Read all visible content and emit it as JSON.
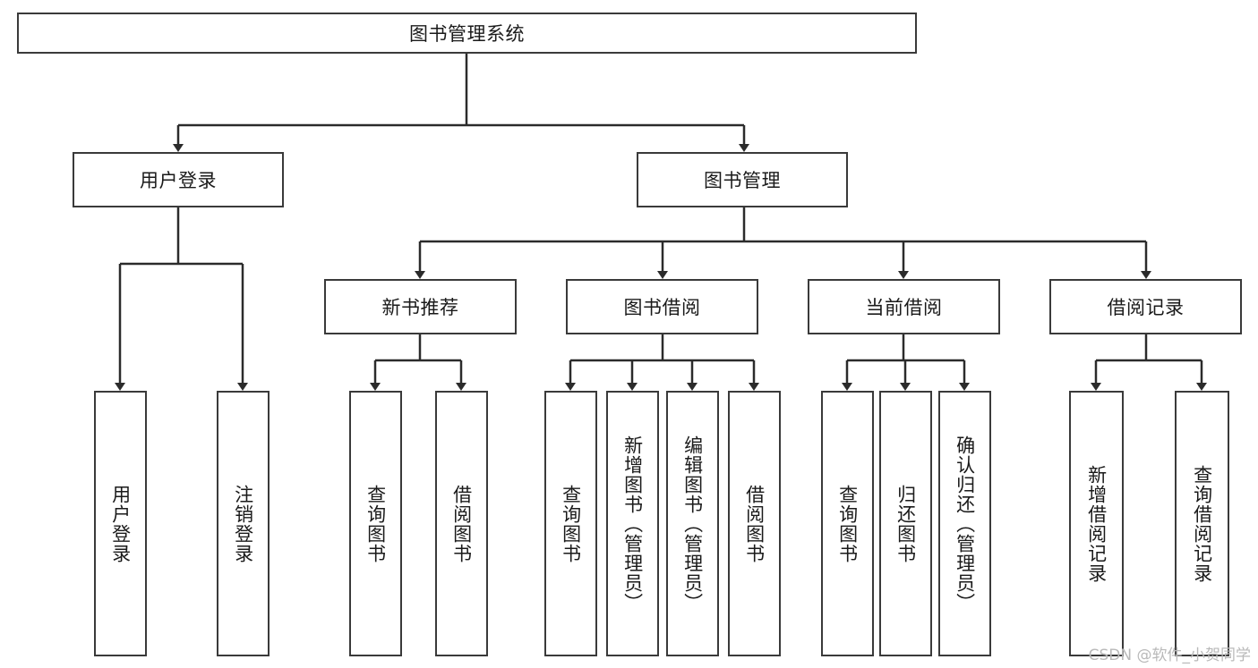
{
  "diagram": {
    "type": "tree-hierarchy-diagram",
    "title": "图书管理系统",
    "colors": {
      "box_border": "#3a3a3a",
      "box_fill": "#ffffff",
      "connector": "#2b2b2b",
      "text": "#1a1a1a",
      "watermark": "#b9b9b9",
      "background": "#ffffff"
    },
    "root": {
      "label": "图书管理系统",
      "orientation": "horizontal"
    },
    "level2": [
      {
        "label": "用户登录",
        "orientation": "horizontal"
      },
      {
        "label": "图书管理",
        "orientation": "horizontal"
      }
    ],
    "level3": [
      {
        "label": "新书推荐",
        "orientation": "horizontal",
        "parent": "图书管理"
      },
      {
        "label": "图书借阅",
        "orientation": "horizontal",
        "parent": "图书管理"
      },
      {
        "label": "当前借阅",
        "orientation": "horizontal",
        "parent": "图书管理"
      },
      {
        "label": "借阅记录",
        "orientation": "horizontal",
        "parent": "图书管理"
      }
    ],
    "leaves": [
      {
        "label": "用户登录",
        "orientation": "vertical",
        "parent": "用户登录"
      },
      {
        "label": "注销登录",
        "orientation": "vertical",
        "parent": "用户登录"
      },
      {
        "label": "查询图书",
        "orientation": "vertical",
        "parent": "新书推荐"
      },
      {
        "label": "借阅图书",
        "orientation": "vertical",
        "parent": "新书推荐"
      },
      {
        "label": "查询图书",
        "orientation": "vertical",
        "parent": "图书借阅"
      },
      {
        "label": "新增图书（管理员）",
        "orientation": "vertical",
        "parent": "图书借阅"
      },
      {
        "label": "编辑图书（管理员）",
        "orientation": "vertical",
        "parent": "图书借阅"
      },
      {
        "label": "借阅图书",
        "orientation": "vertical",
        "parent": "图书借阅"
      },
      {
        "label": "查询图书",
        "orientation": "vertical",
        "parent": "当前借阅"
      },
      {
        "label": "归还图书",
        "orientation": "vertical",
        "parent": "当前借阅"
      },
      {
        "label": "确认归还（管理员）",
        "orientation": "vertical",
        "parent": "当前借阅"
      },
      {
        "label": "新增借阅记录",
        "orientation": "vertical",
        "parent": "借阅记录"
      },
      {
        "label": "查询借阅记录",
        "orientation": "vertical",
        "parent": "借阅记录"
      }
    ],
    "watermark": "CSDN @软件_小贺同学"
  }
}
